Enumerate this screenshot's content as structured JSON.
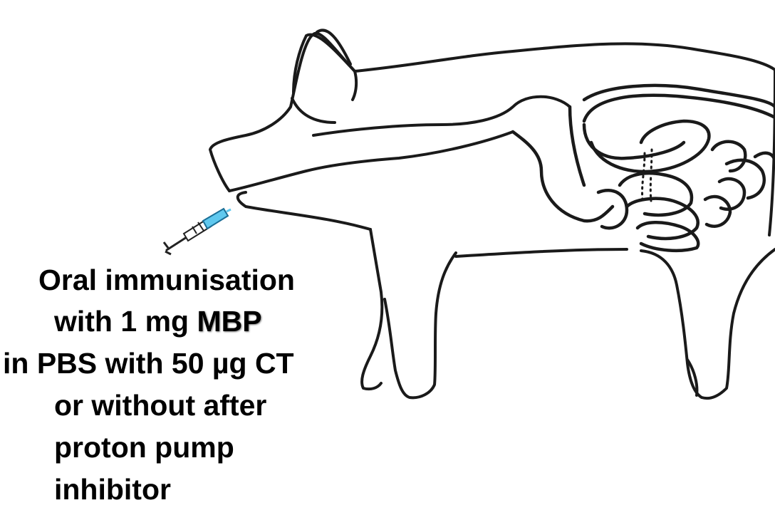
{
  "caption": {
    "line_1": "Oral immunisation",
    "line_2_prefix": "with 1 mg ",
    "line_2_highlight": "MBP",
    "line_3": "in PBS with  50 µg CT",
    "line_4": "or without after",
    "line_5": "proton pump",
    "line_6": "inhibitor"
  },
  "figure": {
    "subject_icon": "pig-outline-with-intestines-icon",
    "syringe_icon": "syringe-icon",
    "syringe_color": "#5fc8ee",
    "outline_color": "#1a1a1a"
  }
}
